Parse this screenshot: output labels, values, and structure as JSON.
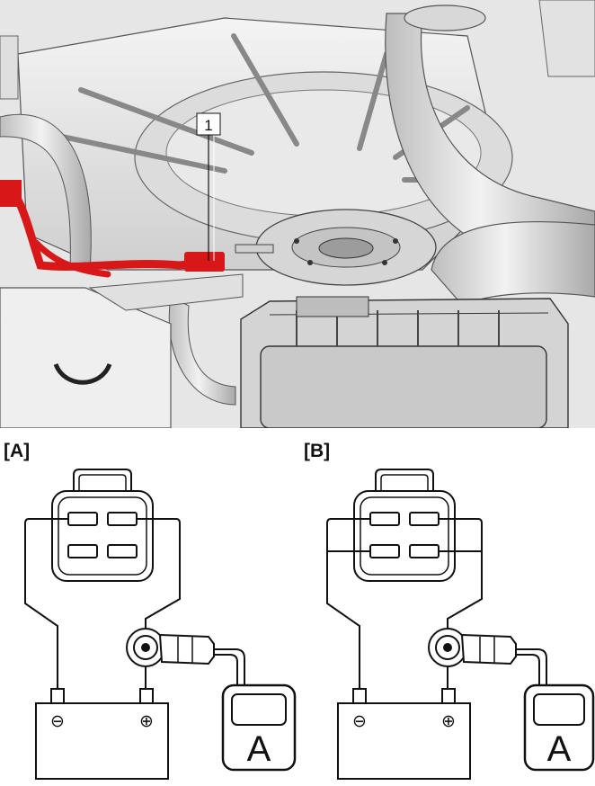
{
  "illustration": {
    "callout_label": "1",
    "highlight_color": "#d81818"
  },
  "diagrams": [
    {
      "label": "[A]",
      "connector_wiring": "top-pins",
      "meter_label": "A",
      "negative_symbol": "⊖",
      "positive_symbol": "⊕"
    },
    {
      "label": "[B]",
      "connector_wiring": "bottom-pins",
      "meter_label": "A",
      "negative_symbol": "⊖",
      "positive_symbol": "⊕"
    }
  ]
}
